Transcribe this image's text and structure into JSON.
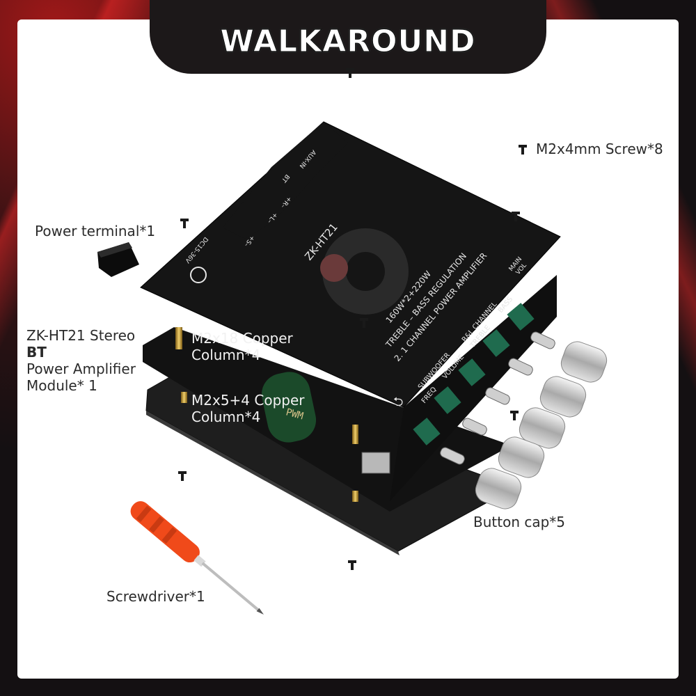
{
  "banner": {
    "title": "WALKAROUND"
  },
  "labels": {
    "screw": "M2x4mm Screw*8",
    "terminal": "Power terminal*1",
    "module_line1": "ZK-HT21 Stereo",
    "module_line2": "BT",
    "module_line3": "Power Amplifier",
    "module_line4": "Module* 1",
    "copper18_line1": "M2x18 Copper",
    "copper18_line2": "Column*4",
    "copper5_line1": "M2x5+4 Copper",
    "copper5_line2": "Column*4",
    "caps": "Button cap*5",
    "screwdriver": "Screwdriver*1"
  },
  "board": {
    "model": "ZK-HT21",
    "spec": "160W*2+220W",
    "line2": "TREBLE – BASS REGULATION",
    "line3": "2. 1 CHANNEL POWER AMPLIFIER",
    "subwoofer": "SUBWOOFER",
    "rl_channel": "R&L CHANNEL",
    "freq": "FREQ",
    "volume": "VOLUME",
    "treble": "TREBLE",
    "bass": "BASS",
    "main": "MAIN",
    "vol": "VOL",
    "aux": "AUX-IN",
    "bt": "BT",
    "dc": "DC15-36V",
    "r_plus": "+R–",
    "l_plus": "+L–",
    "s_plus": "+S–",
    "cap_text": "PWM"
  },
  "colors": {
    "accent_red": "#d8232a",
    "screwdriver_orange": "#f04a1a",
    "board_black": "#141414",
    "pcb_green": "#1f6b4e"
  }
}
